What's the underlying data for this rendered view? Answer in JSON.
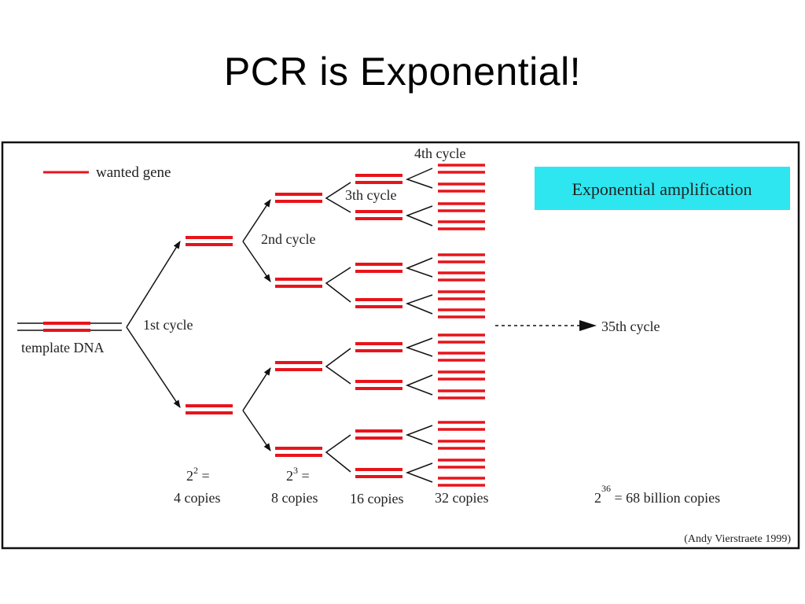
{
  "slide": {
    "title": "PCR is Exponential!"
  },
  "diagram": {
    "legend_label": "wanted gene",
    "template_label": "template DNA",
    "cycle_labels": [
      "1st cycle",
      "2nd cycle",
      "3th cycle",
      "4th cycle"
    ],
    "final_cycle_label": "35th cycle",
    "callout": "Exponential amplification",
    "copies": {
      "c1": {
        "base": "2",
        "exp": "2",
        "suffix": " =",
        "label": "4 copies"
      },
      "c2": {
        "base": "2",
        "exp": "3",
        "suffix": " =",
        "label": "8 copies"
      },
      "c3": {
        "label": "16 copies"
      },
      "c4": {
        "label": "32 copies"
      },
      "final": {
        "base": "2",
        "exp": "36",
        "text": " = 68 billion copies"
      }
    },
    "credit": "(Andy Vierstraete 1999)",
    "colors": {
      "gene": "#e8141b",
      "callout_bg": "#2ee6ef",
      "strand": "#111111",
      "frame": "#111111"
    }
  }
}
